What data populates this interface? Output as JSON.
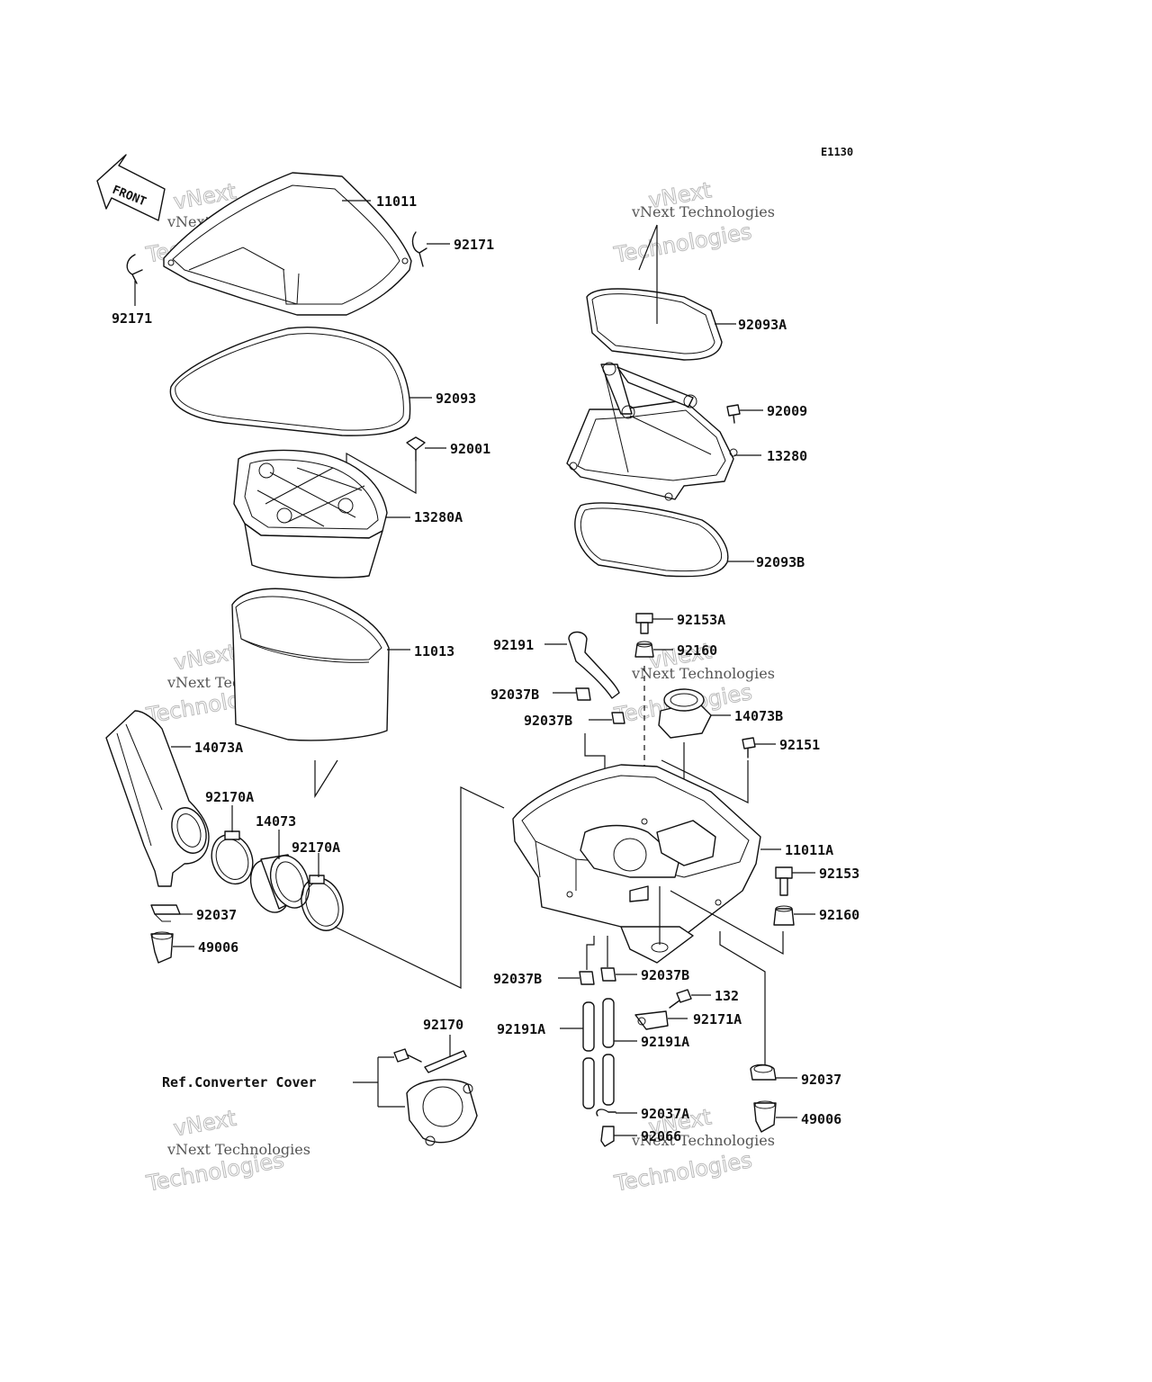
{
  "diagram_code": "E1130",
  "front_label": "FRONT",
  "watermark": {
    "line1": "vNext",
    "line2": "vNext Technologies",
    "line3": "Technologies"
  },
  "reference_label": "Ref.Converter Cover",
  "part_labels": {
    "p11011": "11011",
    "p92171_r": "92171",
    "p92171_l": "92171",
    "p92093": "92093",
    "p92001": "92001",
    "p13280A": "13280A",
    "p11013": "11013",
    "p14073A": "14073A",
    "p92170A_l": "92170A",
    "p14073": "14073",
    "p92170A_r": "92170A",
    "p92037_l": "92037",
    "p49006_l": "49006",
    "p92093A": "92093A",
    "p92009": "92009",
    "p13280": "13280",
    "p92093B": "92093B",
    "p92153A": "92153A",
    "p92191": "92191",
    "p92160_t": "92160",
    "p92037B_1": "92037B",
    "p92037B_2": "92037B",
    "p14073B": "14073B",
    "p92151": "92151",
    "p11011A": "11011A",
    "p92153": "92153",
    "p92160_b": "92160",
    "p92037B_3": "92037B",
    "p92037B_4": "92037B",
    "p132": "132",
    "p92171A": "92171A",
    "p92191A_l": "92191A",
    "p92191A_r": "92191A",
    "p92037_r": "92037",
    "p92037A": "92037A",
    "p49006_r": "49006",
    "p92170": "92170",
    "p92066": "92066"
  }
}
